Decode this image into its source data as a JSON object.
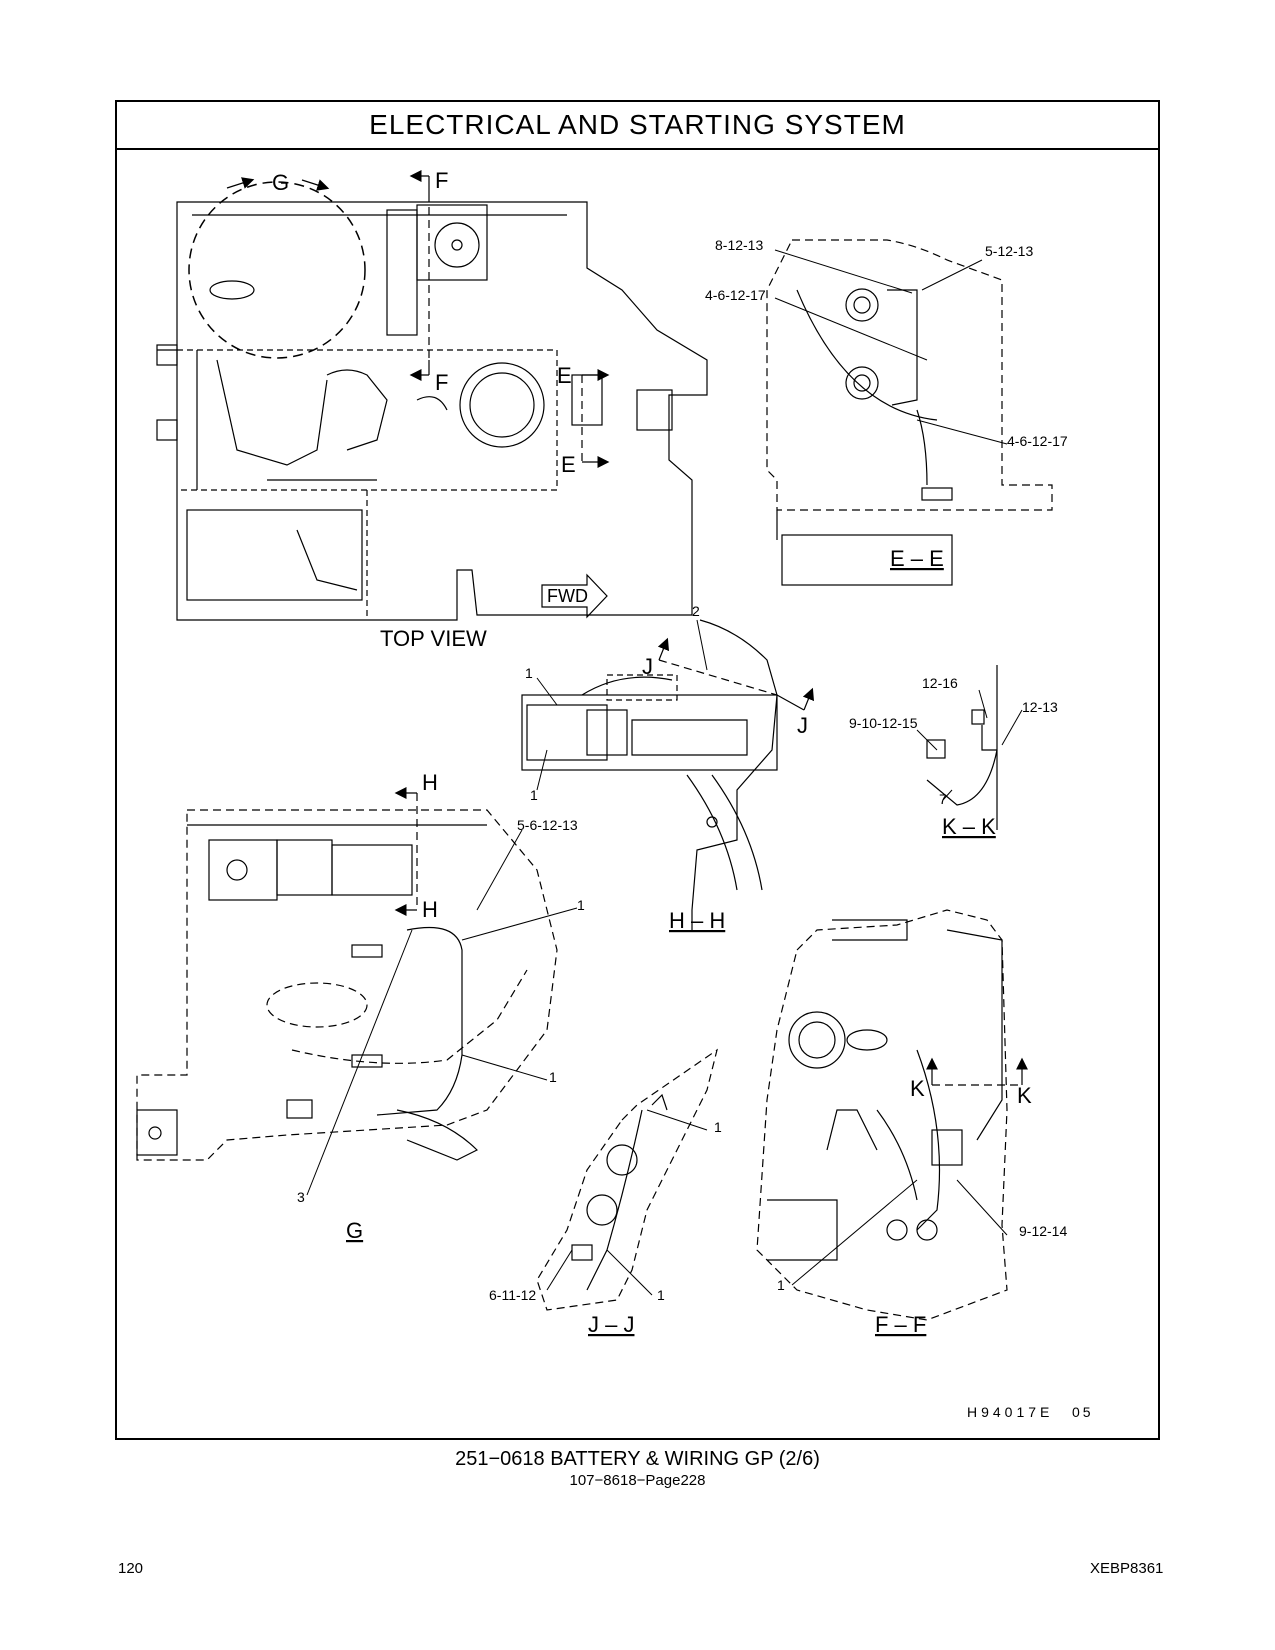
{
  "header": {
    "title": "ELECTRICAL AND STARTING SYSTEM"
  },
  "views": {
    "top_view": "TOP VIEW",
    "fwd": "FWD",
    "ee": "E – E",
    "hh": "H – H",
    "kk": "K – K",
    "g": "G",
    "jj": "J – J",
    "ff": "F – F"
  },
  "section_markers": {
    "g": "G",
    "f": "F",
    "e": "E",
    "h": "H",
    "j": "J",
    "k": "K"
  },
  "callouts": {
    "ee_a": "8-12-13",
    "ee_b": "5-12-13",
    "ee_c": "4-6-12-17",
    "ee_d": "4-6-12-17",
    "jj_top_2": "2",
    "jj_top_1a": "1",
    "jj_top_1b": "1",
    "kk_a": "12-16",
    "kk_b": "12-13",
    "kk_c": "9-10-12-15",
    "kk_d": "7",
    "g_a": "5-6-12-13",
    "g_b": "1",
    "g_c": "1",
    "g_d": "3",
    "jj_a": "1",
    "jj_b": "6-11-12",
    "jj_c": "1",
    "ff_a": "9-12-14",
    "ff_b": "1"
  },
  "drawing_code": "H94017E",
  "drawing_rev": "05",
  "footer": {
    "part_title": "251−0618  BATTERY & WIRING GP (2/6)",
    "page_ref": "107−8618−Page228",
    "page_number": "120",
    "doc_code": "XEBP8361"
  }
}
